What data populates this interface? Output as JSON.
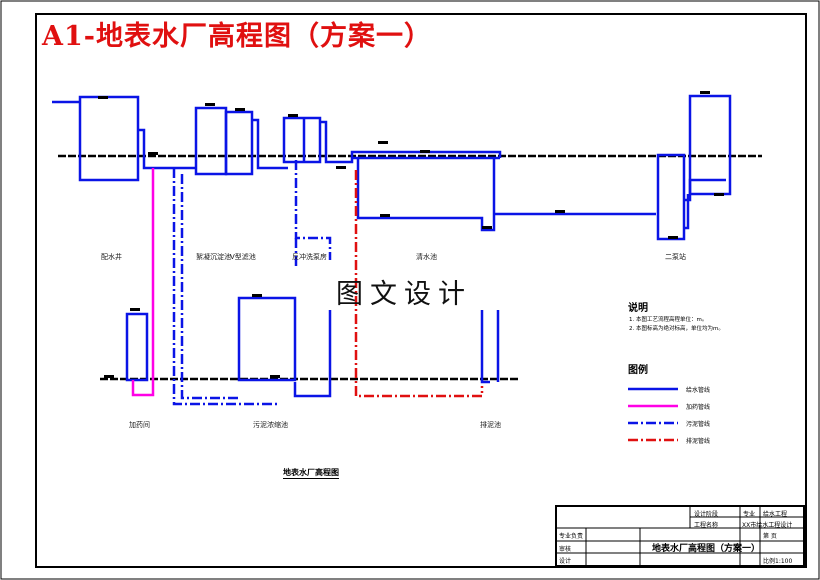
{
  "title": "A1-地表水厂高程图（方案一）",
  "watermark": "图文设计",
  "colors": {
    "frame": "#000000",
    "title_red": "#e01010",
    "clean_water": "#0a14e6",
    "dosing": "#ff00e6",
    "sewage": "#0a14e6",
    "sludge": "#e01010"
  },
  "unit_labels": [
    "配水井",
    "絮凝沉淀池",
    "V型滤池",
    "清水池",
    "反冲洗泵房",
    "二泵站",
    "加药间",
    "污泥浓缩池",
    "排泥池"
  ],
  "notes": {
    "title": "说明",
    "items": [
      "1. 本图工艺流程高程单位：m。",
      "2. 本图标高为绝对标高，单位均为m。"
    ]
  },
  "legend": {
    "title": "图例",
    "items": [
      {
        "label": "给水管线",
        "style": "solid",
        "color": "#0a14e6"
      },
      {
        "label": "加药管线",
        "style": "solid",
        "color": "#ff00e6"
      },
      {
        "label": "污泥管线",
        "style": "dashdot",
        "color": "#0a14e6"
      },
      {
        "label": "排泥管线",
        "style": "dashdot",
        "color": "#e01010"
      }
    ]
  },
  "caption": "地表水厂高程图",
  "title_block": {
    "main": "地表水厂高程图（方案一）",
    "design": "设计阶段",
    "major": "专业",
    "major_value": "给水工程",
    "project": "工程名称",
    "project_value": "XX市给水工程设计",
    "drawn": "专业负责",
    "checked": "审核",
    "approved": "设计",
    "sheet": "第 页",
    "scale": "比例1:100"
  }
}
